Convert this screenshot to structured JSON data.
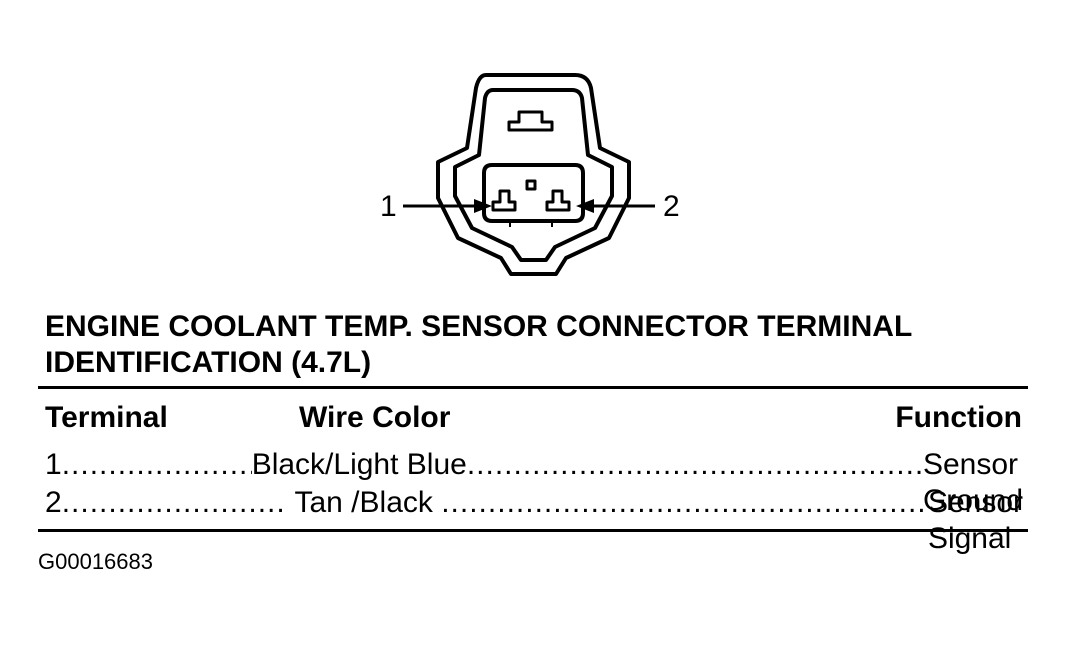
{
  "diagram": {
    "callout_left": "1",
    "callout_right": "2"
  },
  "table": {
    "title_line1": "ENGINE COOLANT TEMP. SENSOR CONNECTOR TERMINAL",
    "title_line2": "IDENTIFICATION (4.7L)",
    "headers": {
      "terminal": "Terminal",
      "wire_color": "Wire Color",
      "function": "Function"
    },
    "rows": [
      {
        "terminal": "1",
        "wire_color": "Black/Light Blue",
        "function": "Sensor Ground"
      },
      {
        "terminal": "2",
        "wire_color": " Tan /Black ",
        "function": "Sensor Signal"
      }
    ]
  },
  "figure_id": "G00016683"
}
